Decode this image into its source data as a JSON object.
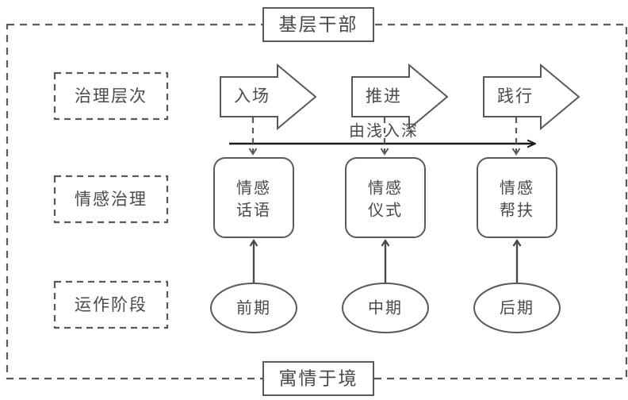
{
  "diagram": {
    "top_label": "基层干部",
    "bottom_label": "寓情于境",
    "axis_label": "由浅入深",
    "row_labels": [
      {
        "text": "治理层次"
      },
      {
        "text": "情感治理"
      },
      {
        "text": "运作阶段"
      }
    ],
    "stage_arrows": [
      {
        "text": "入场"
      },
      {
        "text": "推进"
      },
      {
        "text": "践行"
      }
    ],
    "governance_nodes": [
      {
        "line1": "情感",
        "line2": "话语"
      },
      {
        "line1": "情感",
        "line2": "仪式"
      },
      {
        "line1": "情感",
        "line2": "帮扶"
      }
    ],
    "phase_ovals": [
      {
        "text": "前期"
      },
      {
        "text": "中期"
      },
      {
        "text": "后期"
      }
    ],
    "colors": {
      "stroke": "#595959",
      "axis": "#1c1c1c",
      "text": "#4a4a4a",
      "background": "#ffffff"
    }
  }
}
